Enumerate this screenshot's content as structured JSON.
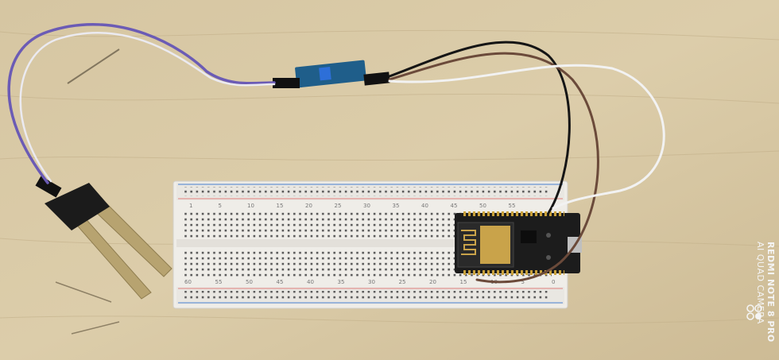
{
  "watermark": {
    "device": "REDMI NOTE 8 PRO",
    "camera": "AI QUAD CAMERA",
    "logo_icon": "quad-camera-dots-icon"
  },
  "breadboard": {
    "top_row_numbers": [
      "1",
      "5",
      "10",
      "15",
      "20",
      "25",
      "30",
      "35",
      "40",
      "45",
      "50",
      "55"
    ],
    "bottom_row_numbers": [
      "60",
      "55",
      "50",
      "45",
      "40",
      "35",
      "30",
      "25",
      "20",
      "15",
      "10",
      "5",
      "0"
    ]
  },
  "colors": {
    "table": "#d9c9a6",
    "breadboard": "#f1efea",
    "rail_blue": "#4a7fc4",
    "rail_red": "#d9534f",
    "sensor_probe": "#1d1d1d",
    "module_pcb": "#1f5e8a",
    "esp_board": "#1a1a1a",
    "wire_purple": "#6b5bb5",
    "wire_black": "#151515",
    "wire_brown": "#6b4a3a",
    "wire_white": "#f2f2f2"
  }
}
